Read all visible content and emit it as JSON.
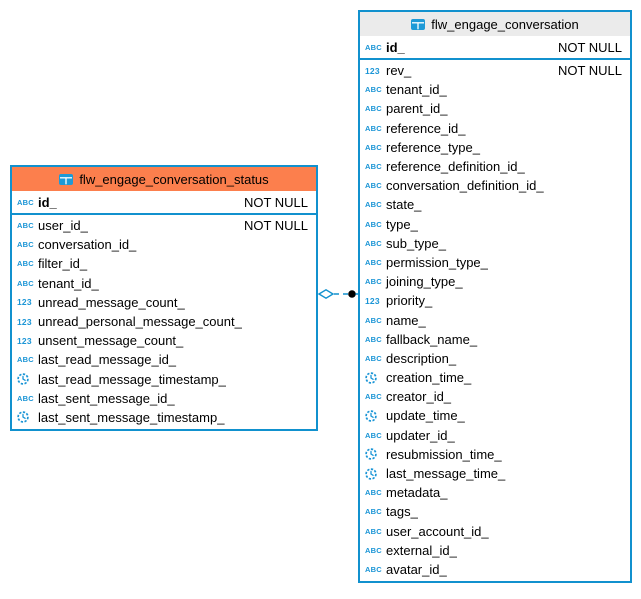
{
  "diagram": {
    "colors": {
      "border_blue": "#1191ce",
      "icon_blue": "#1a95d6",
      "status_header_orange": "#fc7f4d",
      "conversation_header_gray": "#ebebeb",
      "connector_dot_black": "#000000",
      "background": "#ffffff"
    },
    "type_icons": {
      "text": "ABC",
      "number": "123",
      "timestamp": "clock-icon"
    },
    "relation": {
      "from_table": "flw_engage_conversation_status",
      "to_table": "flw_engage_conversation",
      "line_style": "dashed",
      "left_end": "hollow-diamond",
      "right_end": "filled-dot"
    },
    "tables": [
      {
        "key": "status",
        "title": "flw_engage_conversation_status",
        "columns": [
          {
            "type": "text",
            "name": "id_",
            "pk": true,
            "constraint": "NOT NULL"
          },
          {
            "type": "text",
            "name": "user_id_",
            "constraint": "NOT NULL"
          },
          {
            "type": "text",
            "name": "conversation_id_",
            "constraint": ""
          },
          {
            "type": "text",
            "name": "filter_id_",
            "constraint": ""
          },
          {
            "type": "text",
            "name": "tenant_id_",
            "constraint": ""
          },
          {
            "type": "number",
            "name": "unread_message_count_",
            "constraint": ""
          },
          {
            "type": "number",
            "name": "unread_personal_message_count_",
            "constraint": ""
          },
          {
            "type": "number",
            "name": "unsent_message_count_",
            "constraint": ""
          },
          {
            "type": "text",
            "name": "last_read_message_id_",
            "constraint": ""
          },
          {
            "type": "timestamp",
            "name": "last_read_message_timestamp_",
            "constraint": ""
          },
          {
            "type": "text",
            "name": "last_sent_message_id_",
            "constraint": ""
          },
          {
            "type": "timestamp",
            "name": "last_sent_message_timestamp_",
            "constraint": ""
          }
        ]
      },
      {
        "key": "conversation",
        "title": "flw_engage_conversation",
        "columns": [
          {
            "type": "text",
            "name": "id_",
            "pk": true,
            "constraint": "NOT NULL"
          },
          {
            "type": "number",
            "name": "rev_",
            "constraint": "NOT NULL"
          },
          {
            "type": "text",
            "name": "tenant_id_",
            "constraint": ""
          },
          {
            "type": "text",
            "name": "parent_id_",
            "constraint": ""
          },
          {
            "type": "text",
            "name": "reference_id_",
            "constraint": ""
          },
          {
            "type": "text",
            "name": "reference_type_",
            "constraint": ""
          },
          {
            "type": "text",
            "name": "reference_definition_id_",
            "constraint": ""
          },
          {
            "type": "text",
            "name": "conversation_definition_id_",
            "constraint": ""
          },
          {
            "type": "text",
            "name": "state_",
            "constraint": ""
          },
          {
            "type": "text",
            "name": "type_",
            "constraint": ""
          },
          {
            "type": "text",
            "name": "sub_type_",
            "constraint": ""
          },
          {
            "type": "text",
            "name": "permission_type_",
            "constraint": ""
          },
          {
            "type": "text",
            "name": "joining_type_",
            "constraint": ""
          },
          {
            "type": "number",
            "name": "priority_",
            "constraint": ""
          },
          {
            "type": "text",
            "name": "name_",
            "constraint": ""
          },
          {
            "type": "text",
            "name": "fallback_name_",
            "constraint": ""
          },
          {
            "type": "text",
            "name": "description_",
            "constraint": ""
          },
          {
            "type": "timestamp",
            "name": "creation_time_",
            "constraint": ""
          },
          {
            "type": "text",
            "name": "creator_id_",
            "constraint": ""
          },
          {
            "type": "timestamp",
            "name": "update_time_",
            "constraint": ""
          },
          {
            "type": "text",
            "name": "updater_id_",
            "constraint": ""
          },
          {
            "type": "timestamp",
            "name": "resubmission_time_",
            "constraint": ""
          },
          {
            "type": "timestamp",
            "name": "last_message_time_",
            "constraint": ""
          },
          {
            "type": "text",
            "name": "metadata_",
            "constraint": ""
          },
          {
            "type": "text",
            "name": "tags_",
            "constraint": ""
          },
          {
            "type": "text",
            "name": "user_account_id_",
            "constraint": ""
          },
          {
            "type": "text",
            "name": "external_id_",
            "constraint": ""
          },
          {
            "type": "text",
            "name": "avatar_id_",
            "constraint": ""
          }
        ]
      }
    ]
  }
}
